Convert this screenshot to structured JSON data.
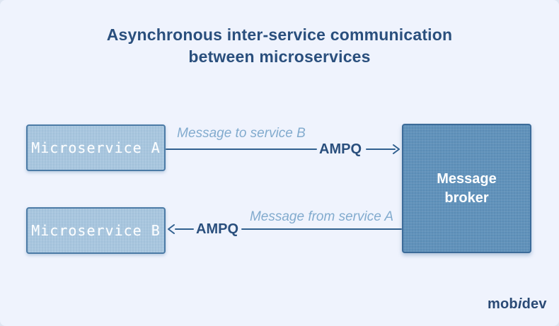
{
  "title": {
    "line1": "Asynchronous inter-service communication",
    "line2": "between microservices"
  },
  "nodes": {
    "microservice_a": {
      "label": "Microservice A"
    },
    "microservice_b": {
      "label": "Microservice B"
    },
    "message_broker": {
      "label": "Message broker"
    }
  },
  "connections": {
    "a_to_broker": {
      "message_label": "Message to service B",
      "protocol": "AMPQ",
      "direction": "right"
    },
    "broker_to_b": {
      "message_label": "Message from service A",
      "protocol": "AMPQ",
      "direction": "left"
    }
  },
  "branding": {
    "logo_prefix": "mob",
    "logo_middle": "i",
    "logo_suffix": "dev"
  },
  "colors": {
    "background": "#eff3fd",
    "title_text": "#2a4f7d",
    "service_box_fill": "#a9c7df",
    "service_box_border": "#4c7ba6",
    "broker_fill": "#6092bb",
    "broker_border": "#3c6b99",
    "connector": "#31608f",
    "message_label_text": "#82abce",
    "logo_text": "#2a4a75"
  }
}
